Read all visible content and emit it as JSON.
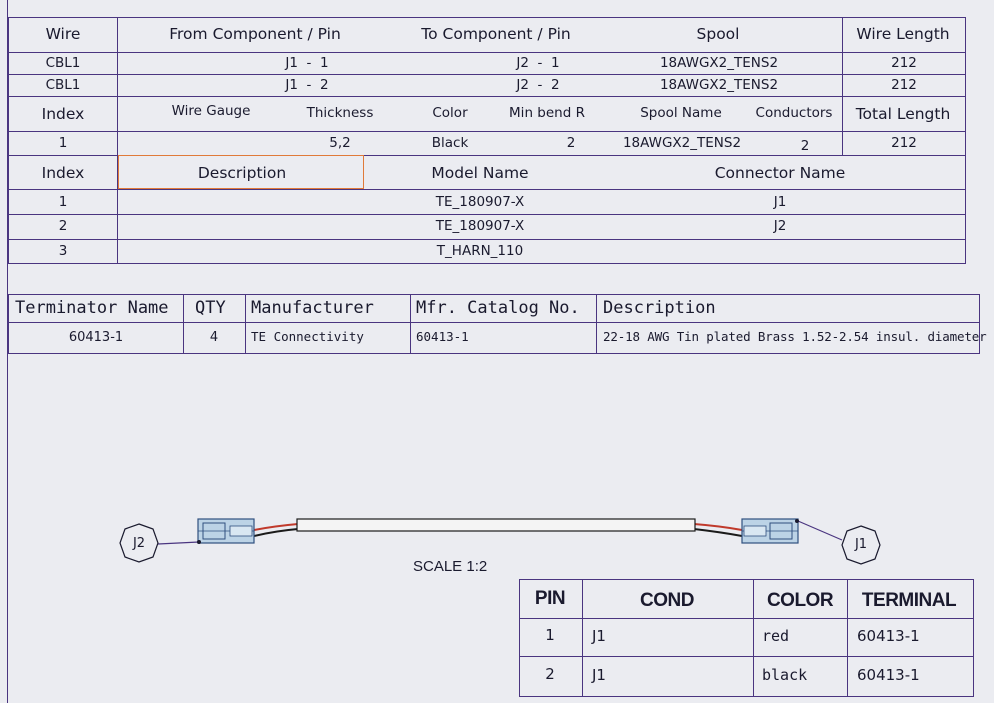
{
  "wire_table": {
    "header": {
      "wire": "Wire",
      "from": "From Component  /  Pin",
      "to": "To Component  /  Pin",
      "spool": "Spool",
      "length": "Wire Length"
    },
    "rows": [
      {
        "wire": "CBL1",
        "from": "J1  -  1",
        "to": "J2  -  1",
        "spool": "18AWGX2_TENS2",
        "length": "212"
      },
      {
        "wire": "CBL1",
        "from": "J1  -  2",
        "to": "J2  -  2",
        "spool": "18AWGX2_TENS2",
        "length": "212"
      }
    ]
  },
  "spool_table": {
    "header": {
      "index": "Index",
      "gauge": "Wire Gauge",
      "thickness": "Thickness",
      "color": "Color",
      "minbend": "Min bend R",
      "spoolname": "Spool Name",
      "conductors": "Conductors",
      "total": "Total Length"
    },
    "row": {
      "index": "1",
      "thickness": "5,2",
      "color": "Black",
      "minbend": "2",
      "spoolname": "18AWGX2_TENS2",
      "conductors": "2",
      "total": "212"
    }
  },
  "component_table": {
    "header": {
      "index": "Index",
      "description": "Description",
      "model": "Model Name",
      "connector": "Connector Name"
    },
    "rows": [
      {
        "index": "1",
        "model": "TE_180907-X",
        "connector": "J1"
      },
      {
        "index": "2",
        "model": "TE_180907-X",
        "connector": "J2"
      },
      {
        "index": "3",
        "model": "T_HARN_110",
        "connector": ""
      }
    ]
  },
  "terminator_table": {
    "header": {
      "name": "Terminator Name",
      "qty": "QTY",
      "manufacturer": "Manufacturer",
      "catalog": "Mfr. Catalog No.",
      "description": "Description"
    },
    "row": {
      "name": "60413-1",
      "qty": "4",
      "manufacturer": "TE Connectivity",
      "catalog": "60413-1",
      "description": "22-18 AWG Tin plated Brass 1.52-2.54 insul. diameter"
    }
  },
  "drawing": {
    "balloon_left": "J2",
    "balloon_right": "J1",
    "scale_label": "SCALE 1:2",
    "colors": {
      "line": "#4a3580",
      "wire_red": "#c0392b",
      "connector_fill": "#bcd3e6",
      "connector_stroke": "#2f4f7f",
      "cable_fill": "#f4f4f4"
    }
  },
  "pin_table": {
    "header": {
      "pin": "PIN",
      "cond": "COND",
      "color": "COLOR",
      "terminal": "TERMINAL"
    },
    "rows": [
      {
        "pin": "1",
        "cond": "J1",
        "color": "red",
        "terminal": "60413-1"
      },
      {
        "pin": "2",
        "cond": "J1",
        "color": "black",
        "terminal": "60413-1"
      }
    ]
  }
}
